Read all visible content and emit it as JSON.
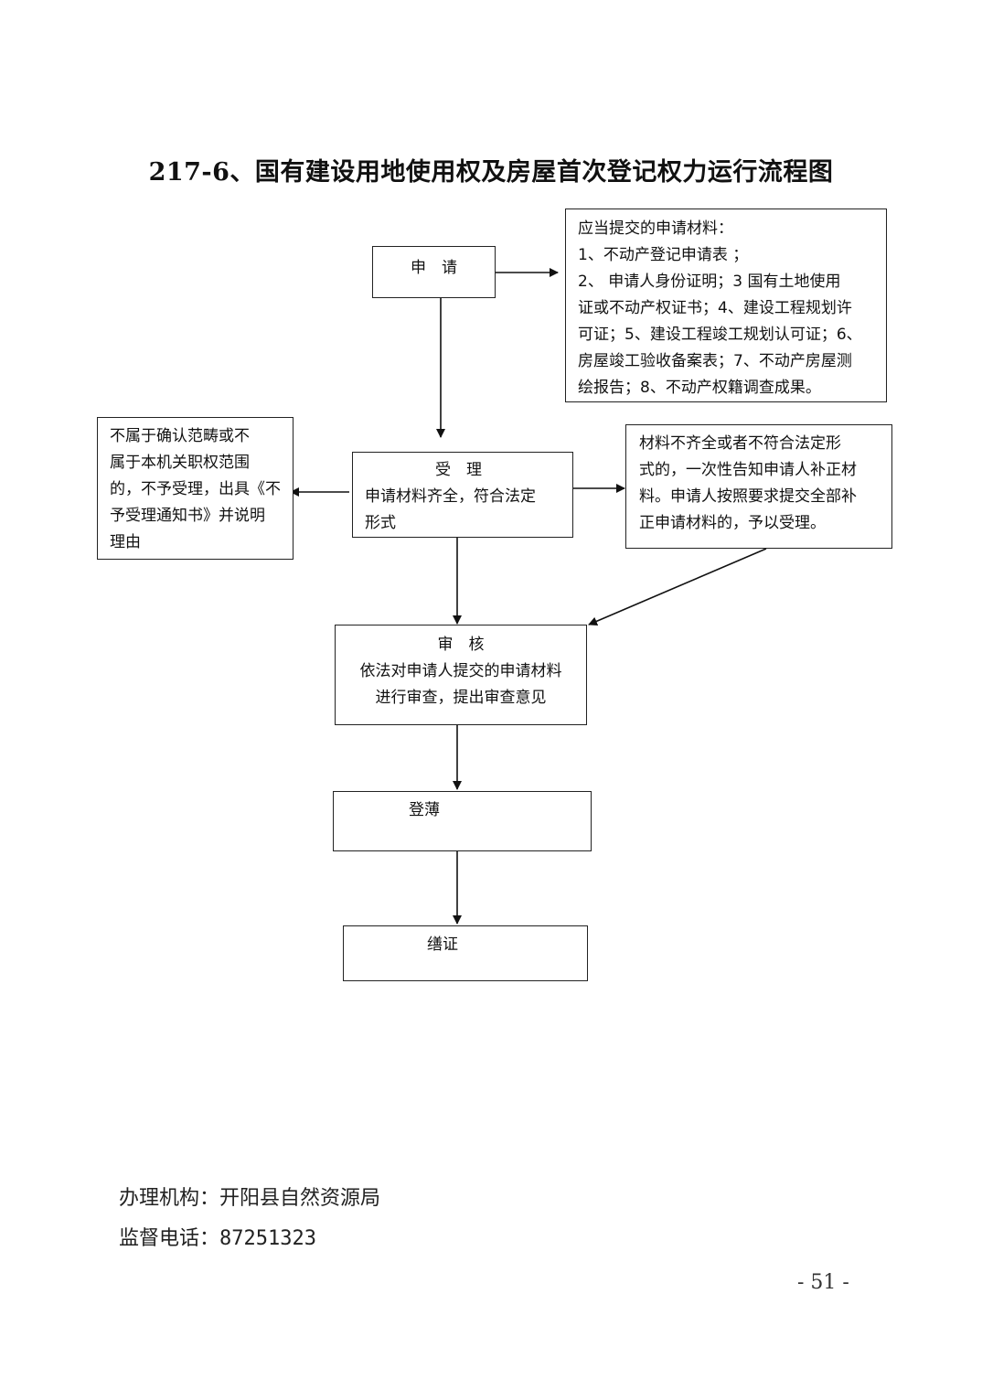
{
  "title": "217-6、国有建设用地使用权及房屋首次登记权力运行流程图",
  "nodes": {
    "apply": {
      "label": "申　请"
    },
    "materials": {
      "lines": [
        "应当提交的申请材料：",
        "1、不动产登记申请表 ；",
        "2、 申请人身份证明；3 国有土地使用",
        "证或不动产权证书；4、建设工程规划许",
        "可证；5、建设工程竣工规划认可证；6、",
        "房屋竣工验收备案表；7、不动产房屋测",
        "绘报告；8、不动产权籍调查成果。"
      ]
    },
    "accept": {
      "label": "受　理",
      "lines": [
        "申请材料齐全，符合法定",
        "形式"
      ]
    },
    "reject": {
      "lines": [
        "不属于确认范畴或不",
        "属于本机关职权范围",
        "的，不予受理，出具《不",
        "予受理通知书》并说明",
        "理由"
      ]
    },
    "supplement": {
      "lines": [
        "材料不齐全或者不符合法定形",
        "式的，一次性告知申请人补正材",
        "料。申请人按照要求提交全部补",
        "正申请材料的，予以受理。"
      ]
    },
    "review": {
      "label": "审　核",
      "lines": [
        "依法对申请人提交的申请材料",
        "进行审查，提出审查意见"
      ]
    },
    "register": {
      "label": "登薄"
    },
    "certificate": {
      "label": "缮证"
    }
  },
  "footer": {
    "agency_label": "办理机构：",
    "agency": "开阳县自然资源局",
    "phone_label": "监督电话：",
    "phone": "87251323"
  },
  "page_number": "- 51 -"
}
